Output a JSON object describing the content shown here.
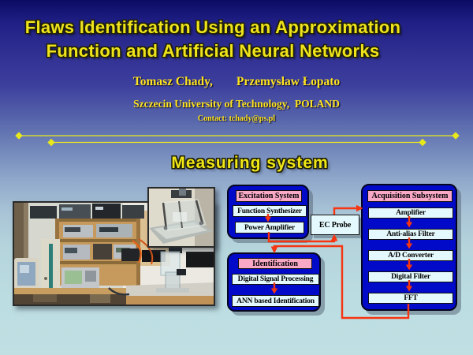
{
  "slide": {
    "title_line1": "Flaws Identification Using an Approximation",
    "title_line2": "Function and Artificial Neural Networks",
    "author1": "Tomasz Chady,",
    "author2": "Przemysław Łopato",
    "affiliation": "Szczecin University of Technology,  POLAND",
    "contact": "Contact: tchady@ps.pl",
    "section_heading": "Measuring system"
  },
  "diagram": {
    "excitation": {
      "title": "Excitation System",
      "items": [
        "Function Synthesizer",
        "Power Amplifier"
      ]
    },
    "probe": {
      "label": "EC Probe"
    },
    "acquisition": {
      "title": "Acquisition Subsystem",
      "items": [
        "Amplifier",
        "Anti-alias Filter",
        "A/D Converter",
        "Digital Filter",
        "FFT"
      ]
    },
    "identification": {
      "title": "Identification",
      "items": [
        "Digital Signal Processing",
        "ANN based Identification"
      ]
    }
  },
  "colors": {
    "block_blue": "#000AC8",
    "header_pink": "#F9A8C6",
    "box_cyan": "#E4F9FD",
    "arrow_red": "#F63511",
    "text_yellow": "#EFE41B",
    "bg_top": "#0B0B63",
    "bg_bottom": "#BFDFE3"
  }
}
